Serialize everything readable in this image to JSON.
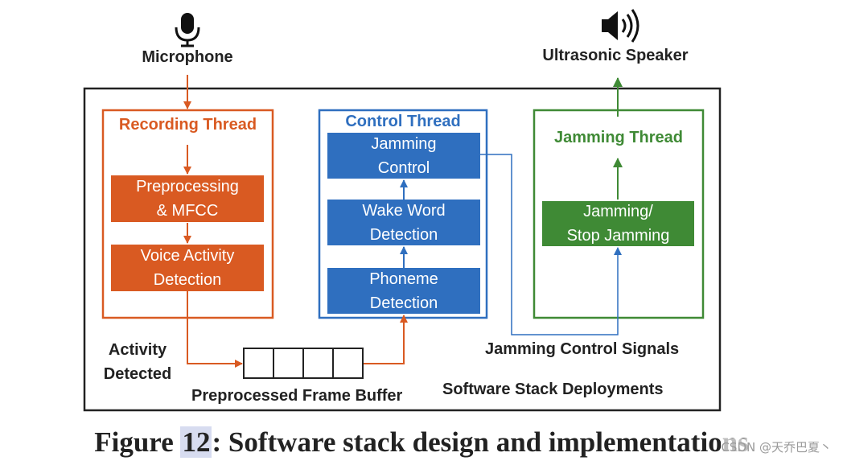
{
  "colors": {
    "recording": "#d95a22",
    "control": "#2f6fbf",
    "jamming": "#3f8a35",
    "outline": "#222222"
  },
  "icons": {
    "microphone": "microphone-icon",
    "speaker": "speaker-icon"
  },
  "labels": {
    "microphone": "Microphone",
    "ultrasonic_speaker": "Ultrasonic Speaker",
    "activity_detected": "Activity\nDetected",
    "frame_buffer": "Preprocessed Frame Buffer",
    "jamming_control_signals": "Jamming Control Signals",
    "software_stack": "Software Stack Deployments"
  },
  "recording": {
    "title": "Recording Thread",
    "preprocessing": "Preprocessing\n& MFCC",
    "vad": "Voice Activity\nDetection"
  },
  "control": {
    "title": "Control Thread",
    "jamming_control": "Jamming\nControl",
    "wake_word": "Wake Word\nDetection",
    "phoneme": "Phoneme\nDetection"
  },
  "jamming": {
    "title": "Jamming Thread",
    "stop": "Jamming/\nStop Jamming"
  },
  "caption": {
    "prefix": "Figure ",
    "number": "12",
    "text": ": Software stack design and implementations"
  },
  "watermark": "CSDN @天乔巴夏丶"
}
